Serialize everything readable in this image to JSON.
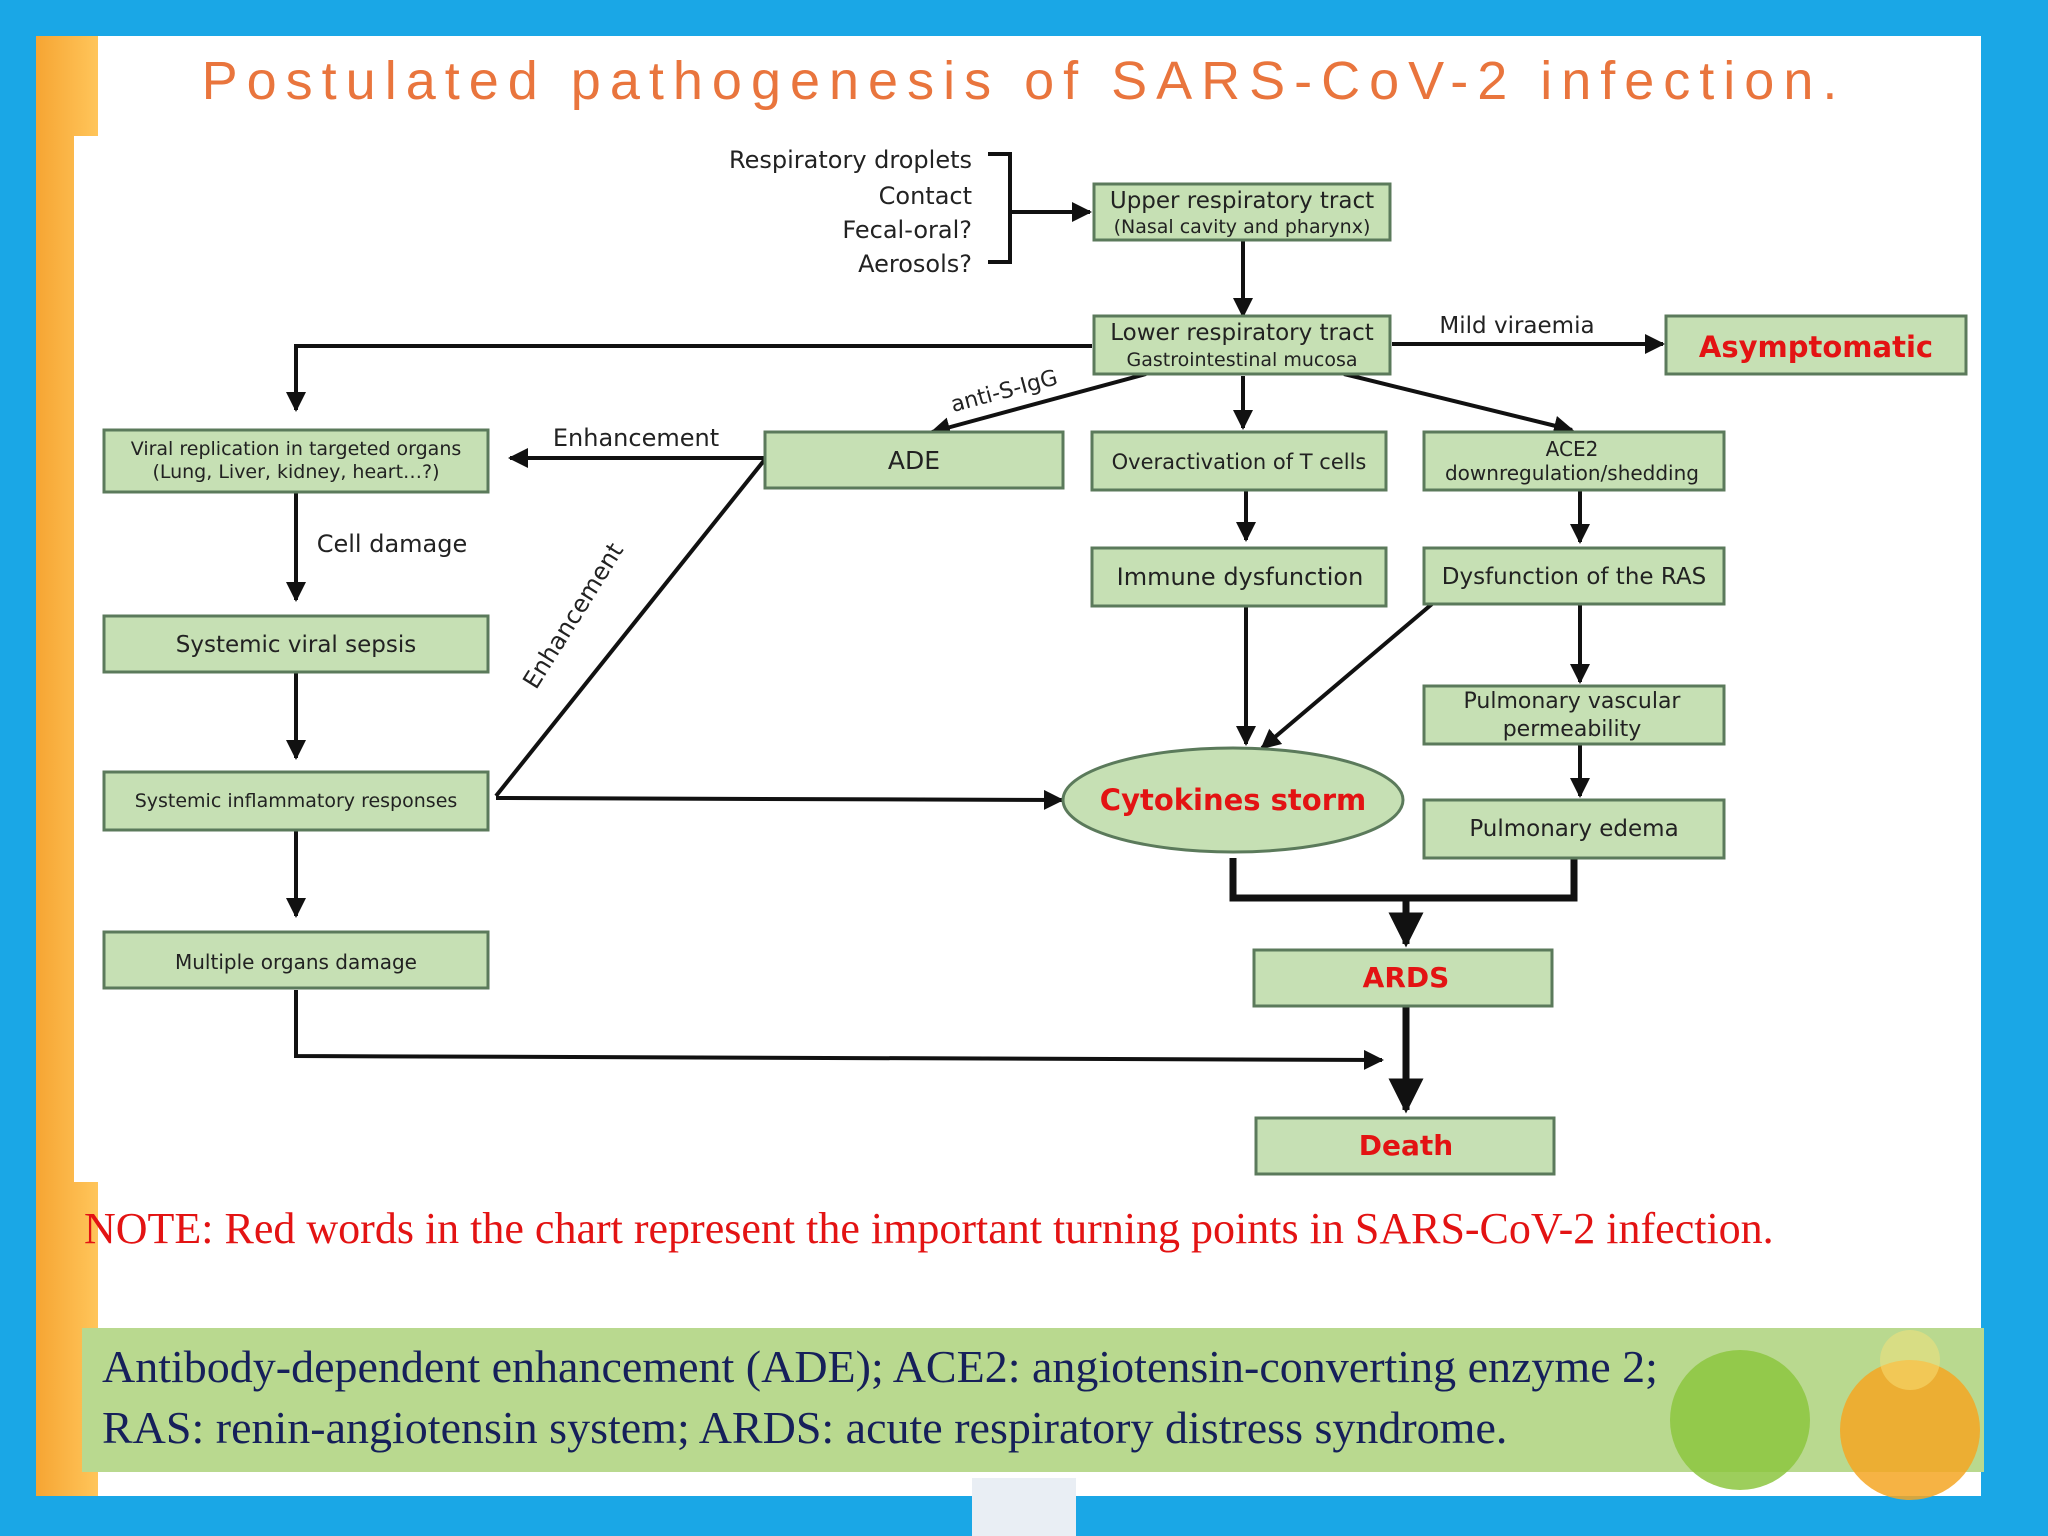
{
  "slide": {
    "title": "Postulated pathogenesis of SARS-CoV-2 infection.",
    "note": "NOTE: Red words in the chart represent the important turning points in SARS-CoV-2 infection.",
    "definitions_line1": "Antibody-dependent enhancement (ADE); ACE2: angiotensin-converting enzyme 2;",
    "definitions_line2": "RAS: renin-angiotensin system; ARDS: acute respiratory distress syndrome."
  },
  "diagram": {
    "routes": {
      "respiratory_droplets": "Respiratory droplets",
      "contact": "Contact",
      "fecal_oral": "Fecal-oral?",
      "aerosols": "Aerosols?"
    },
    "upper_tract": {
      "line1": "Upper respiratory tract",
      "line2": "(Nasal cavity and pharynx)"
    },
    "lower_tract": {
      "line1": "Lower respiratory tract",
      "line2": "Gastrointestinal mucosa"
    },
    "mild_viraemia": "Mild viraemia",
    "asymptomatic": "Asymptomatic",
    "anti_s_igg": "anti-S-IgG",
    "viral_replication": {
      "line1": "Viral replication in targeted organs",
      "line2": "(Lung, Liver, kidney, heart…?)"
    },
    "enhancement_horizontal": "Enhancement",
    "enhancement_diagonal": "Enhancement",
    "ade": "ADE",
    "t_cells": "Overactivation of T cells",
    "ace2": {
      "line1": "ACE2",
      "line2": "downregulation/shedding"
    },
    "cell_damage": "Cell damage",
    "immune_dysfunction": "Immune dysfunction",
    "ras_dysfunction": "Dysfunction of the RAS",
    "systemic_sepsis": "Systemic viral sepsis",
    "pulmonary_vascular": {
      "line1": "Pulmonary vascular",
      "line2": "permeability"
    },
    "systemic_inflammatory": "Systemic inflammatory responses",
    "cytokines_storm": "Cytokines storm",
    "pulmonary_edema": "Pulmonary edema",
    "multiple_organs": "Multiple organs damage",
    "ards": "ARDS",
    "death": "Death"
  },
  "colors": {
    "box_fill": "#c6e0b4",
    "box_stroke": "#5b7a5b",
    "highlight_red": "#e31313",
    "title_orange": "#e9753d",
    "definition_bg": "#b9d98f",
    "frame_blue": "#1aa7e6"
  }
}
